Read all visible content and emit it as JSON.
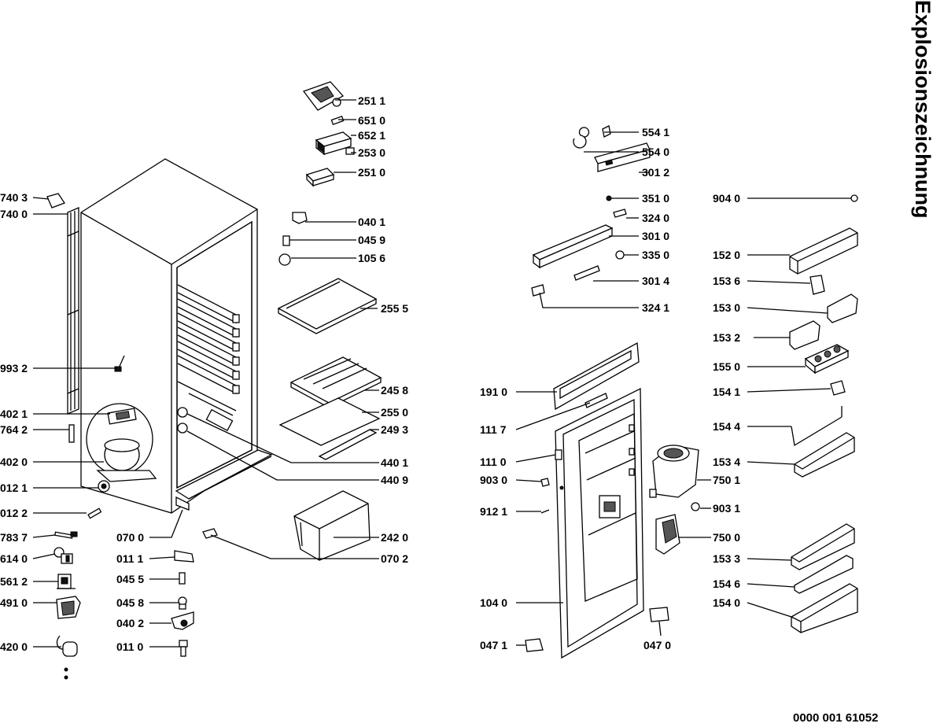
{
  "title": "Explosionszeichnung",
  "document_number": "0000 001 61052",
  "part_numbers": {
    "p2511": "251 1",
    "p6510": "651 0",
    "p6521": "652 1",
    "p2530": "253 0",
    "p2510": "251 0",
    "p0401": "040 1",
    "p0459": "045 9",
    "p1056": "105 6",
    "p2555": "255 5",
    "p2458": "245 8",
    "p2550": "255 0",
    "p2493": "249 3",
    "p4401": "440 1",
    "p4409": "440 9",
    "p2420": "242 0",
    "p0702": "070 2",
    "p7403": "740 3",
    "p7400": "740 0",
    "p9932": "993 2",
    "p4021": "402 1",
    "p7642": "764 2",
    "p4020": "402 0",
    "p0121": "012 1",
    "p0122": "012 2",
    "p7837": "783 7",
    "p6140": "614 0",
    "p5612": "561 2",
    "p4910": "491 0",
    "p4200": "420 0",
    "p0700": "070 0",
    "p0111": "011 1",
    "p0455": "045 5",
    "p0458": "045 8",
    "p0402": "040 2",
    "p0110": "011 0",
    "p5541": "554 1",
    "p5540": "554 0",
    "p3012": "301 2",
    "p3510": "351 0",
    "p3240": "324 0",
    "p3010": "301 0",
    "p3350": "335 0",
    "p3014": "301 4",
    "p3241": "324 1",
    "p1910": "191 0",
    "p1117": "111 7",
    "p1110": "111 0",
    "p9030": "903 0",
    "p9121": "912 1",
    "p1040": "104 0",
    "p0471": "047 1",
    "p0470": "047 0",
    "p7501": "750 1",
    "p9031": "903 1",
    "p7500": "750 0",
    "p9040": "904 0",
    "p1520": "152 0",
    "p1536": "153 6",
    "p1530": "153 0",
    "p1532": "153 2",
    "p1550": "155 0",
    "p1541": "154 1",
    "p1544": "154 4",
    "p1534": "153 4",
    "p1533": "153 3",
    "p1546": "154 6",
    "p1540": "154 0"
  }
}
